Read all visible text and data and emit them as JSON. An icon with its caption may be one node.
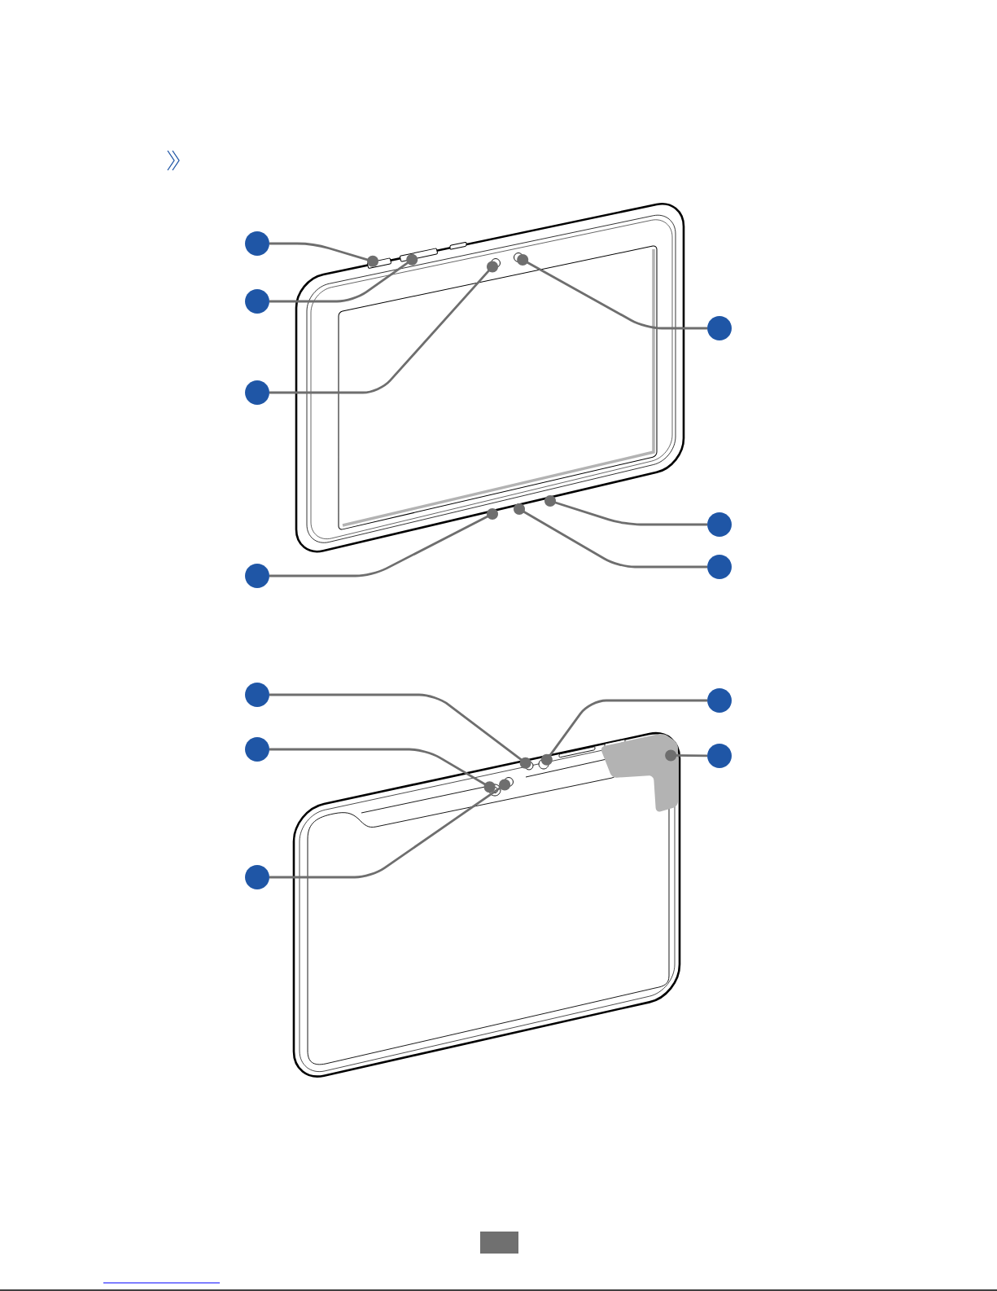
{
  "diagram": {
    "nodes": [
      {
        "text": [],
        "shape": "circle"
      },
      {
        "text": [],
        "shape": "circle"
      },
      {
        "text": [],
        "shape": "circle"
      },
      {
        "text": [],
        "shape": "circle"
      },
      {
        "text": [],
        "shape": "circle"
      },
      {
        "text": [],
        "shape": "circle"
      },
      {
        "text": [],
        "shape": "circle"
      },
      {
        "text": [],
        "shape": "circle"
      },
      {
        "text": [],
        "shape": "circle"
      },
      {
        "text": [],
        "shape": "circle"
      },
      {
        "text": [],
        "shape": "circle"
      },
      {
        "text": [],
        "shape": "circle"
      },
      {
        "text": [],
        "shape": "box"
      },
      {
        "text": [],
        "shape": "box"
      },
      {
        "text": [],
        "shape": "circle"
      },
      {
        "text": [],
        "shape": "circle"
      },
      {
        "text": [],
        "shape": "circle"
      },
      {
        "text": [],
        "shape": "circle"
      },
      {
        "text": [],
        "shape": "circle"
      },
      {
        "text": [],
        "shape": "circle"
      },
      {
        "text": [],
        "shape": "picture"
      }
    ],
    "edges": [
      {
        "from": 0,
        "to": 12,
        "arrow": "other"
      },
      {
        "from": 1,
        "to": 13,
        "arrow": "other"
      },
      {
        "from": 2,
        "to": 15,
        "arrow": "other"
      },
      {
        "from": 3,
        "to": 14,
        "arrow": "other"
      },
      {
        "from": 4,
        "to": null,
        "arrow": "other"
      },
      {
        "from": 5,
        "to": null,
        "arrow": "other"
      },
      {
        "from": 6,
        "to": null,
        "arrow": "other"
      },
      {
        "from": 7,
        "to": 18,
        "arrow": "other"
      },
      {
        "from": 8,
        "to": 19,
        "arrow": "other"
      },
      {
        "from": 9,
        "to": 16,
        "arrow": "other"
      },
      {
        "from": 10,
        "to": 20,
        "arrow": "other"
      },
      {
        "from": 11,
        "to": 17,
        "arrow": "other"
      }
    ]
  }
}
